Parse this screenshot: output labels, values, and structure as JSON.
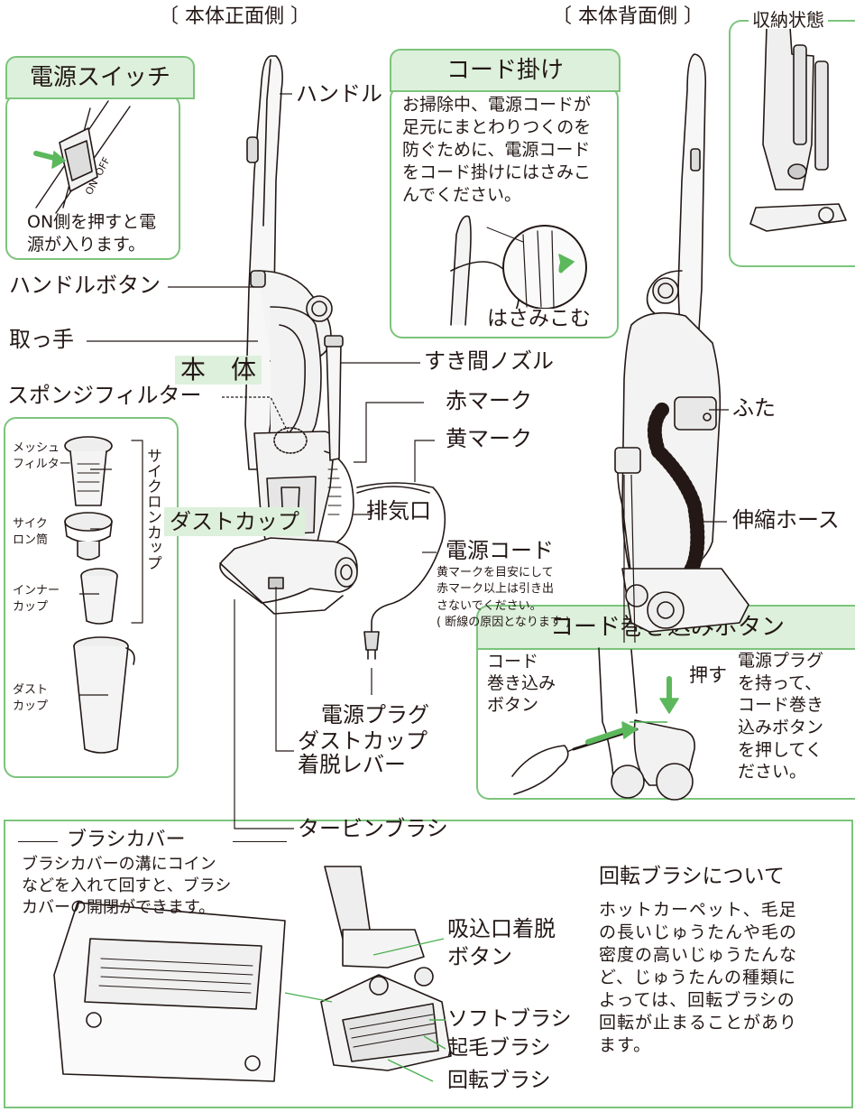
{
  "headers": {
    "front": "〔 本体正面側 〕",
    "back": "〔 本体背面側 〕",
    "storage": "収納状態"
  },
  "power_switch": {
    "title": "電源スイッチ",
    "caption": "ON側を押すと電\n源が入ります。",
    "switch_text": "ON  OFF"
  },
  "cord_hook": {
    "title": "コード掛け",
    "body": "お掃除中、電源コードが\n足元にまとわりつくのを\n防ぐために、電源コード\nをコード掛けにはさみこ\nんでください。",
    "hasamikomu": "はさみこむ"
  },
  "labels": {
    "handle": "ハンドル",
    "handle_button": "ハンドルボタン",
    "grip": "取っ手",
    "body": "本　体",
    "sponge_filter": "スポンジフィルター",
    "crevice_nozzle": "すき間ノズル",
    "red_mark": "赤マーク",
    "yellow_mark": "黄マーク",
    "exhaust": "排気口",
    "dust_cup": "ダストカップ",
    "power_cord": "電源コード",
    "power_cord_note": "黄マークを目安にして\n赤マーク以上は引き出\nさないでください。\n( 断線の原因となります )",
    "power_plug": "電源プラグ",
    "dust_cup_lever": "ダストカップ\n着脱レバー",
    "turbine_brush": "タービンブラシ",
    "lid": "ふた",
    "hose": "伸縮ホース"
  },
  "cyclone": {
    "group_label": "サイクロンカップ",
    "mesh_filter": "メッシュ\nフィルター",
    "cyclone_tube": "サイク\nロン筒",
    "inner_cup": "インナー\nカップ",
    "dust_cup": "ダスト\nカップ"
  },
  "cord_rewind": {
    "title": "コード巻き込みボタン",
    "button_label": "コード\n巻き込み\nボタン",
    "press": "押す",
    "instruction": "電源プラグ\nを持って、\nコード巻き\n込みボタン\nを押してく\nださい。"
  },
  "brush_cover": {
    "title": "ブラシカバー",
    "body": "ブラシカバーの溝にコイン\nなどを入れて回すと、ブラシ\nカバーの開閉ができます。"
  },
  "nozzle_labels": {
    "release_button": "吸込口着脱\nボタン",
    "soft_brush": "ソフトブラシ",
    "raising_brush": "起毛ブラシ",
    "rotating_brush": "回転ブラシ"
  },
  "rotating_brush_note": {
    "title": "回転ブラシについて",
    "body": "ホットカーペット、毛足\nの長いじゅうたんや毛の\n密度の高いじゅうたんな\nど、じゅうたんの種類に\nよっては、回転ブラシの\n回転が止まることがあり\nます。"
  },
  "colors": {
    "accent_green": "#7cc47c",
    "tab_fill": "#ddf0dc",
    "leader_green": "#4caf50",
    "line": "#231815"
  }
}
